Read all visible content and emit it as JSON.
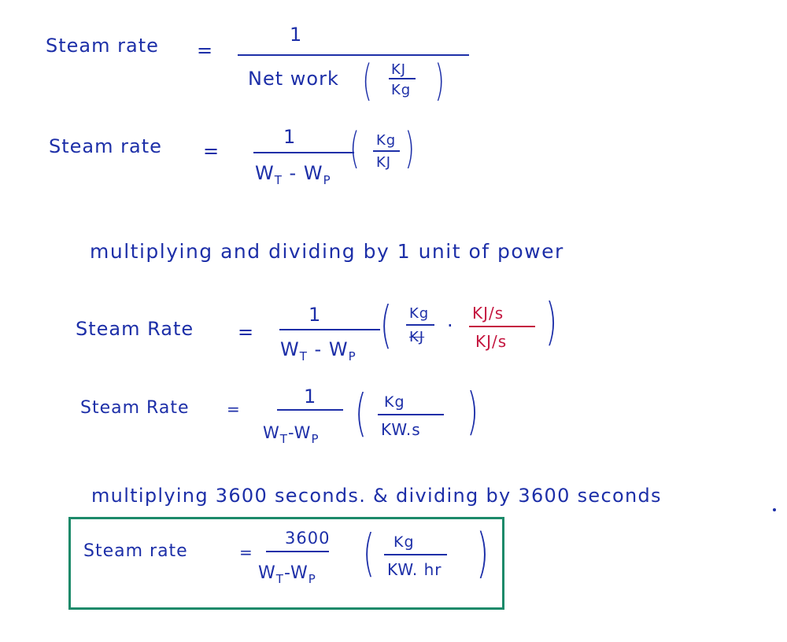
{
  "colors": {
    "ink_blue": "#1d2fa8",
    "ink_red": "#c4163f",
    "box_green": "#1c8a6a"
  },
  "eq1": {
    "lhs": "Steam rate",
    "eq": "=",
    "numerator": "1",
    "denominator": "Net work",
    "unit_num": "KJ",
    "unit_den": "Kg"
  },
  "eq2": {
    "lhs": "Steam rate",
    "eq": "=",
    "numerator": "1",
    "den_a": "W",
    "den_a_sub": "T",
    "den_op": "-",
    "den_b": "W",
    "den_b_sub": "P",
    "unit_num": "Kg",
    "unit_den": "KJ"
  },
  "note1": "multiplying and dividing by 1 unit of power",
  "eq3": {
    "lhs": "Steam Rate",
    "eq": "=",
    "numerator": "1",
    "den_a": "W",
    "den_a_sub": "T",
    "den_op": "-",
    "den_b": "W",
    "den_b_sub": "P",
    "unit_num": "Kg",
    "unit_den": "KJ",
    "dot": "·",
    "red_num": "KJ/s",
    "red_den": "KJ/s"
  },
  "eq4": {
    "lhs": "Steam Rate",
    "eq": "=",
    "numerator": "1",
    "den_a": "W",
    "den_a_sub": "T",
    "den_op": "-",
    "den_b": "W",
    "den_b_sub": "P",
    "unit_num": "Kg",
    "unit_den": "KW.s"
  },
  "note2": "multiplying 3600 seconds. & dividing by 3600 seconds",
  "eq5": {
    "lhs": "Steam rate",
    "eq": "=",
    "numerator": "3600",
    "den_a": "W",
    "den_a_sub": "T",
    "den_op": "-",
    "den_b": "W",
    "den_b_sub": "P",
    "unit_num": "Kg",
    "unit_den": "KW. hr"
  }
}
